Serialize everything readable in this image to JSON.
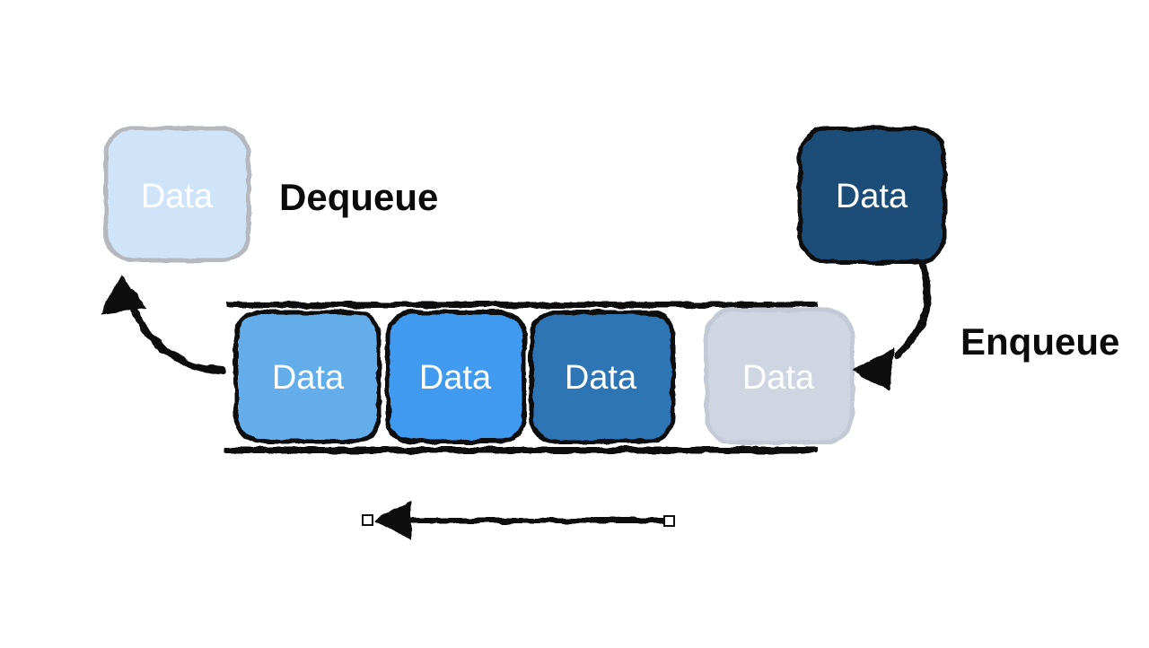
{
  "canvas": {
    "background": "#ffffff"
  },
  "labels": {
    "dequeue": "Dequeue",
    "enqueue": "Enqueue"
  },
  "dequeued_box": {
    "label": "Data",
    "fill": "#cfe4f8",
    "border": "#b5b9bf",
    "text_color": "#ffffff"
  },
  "incoming_box": {
    "label": "Data",
    "fill": "#1f4e79",
    "border": "#111111",
    "text_color": "#ffffff"
  },
  "queue": {
    "rail_color": "#111111",
    "items": [
      {
        "label": "Data",
        "fill": "#64aeea",
        "border": "#111111",
        "text_color": "#ffffff"
      },
      {
        "label": "Data",
        "fill": "#3f9af0",
        "border": "#111111",
        "text_color": "#ffffff"
      },
      {
        "label": "Data",
        "fill": "#2e74b5",
        "border": "#111111",
        "text_color": "#ffffff"
      },
      {
        "label": "Data",
        "fill": "#cfd6e2",
        "border": "#c3cad6",
        "text_color": "#ffffff"
      }
    ]
  },
  "arrows": {
    "color": "#111111",
    "handle_fill": "#ffffff",
    "handle_border": "#111111"
  },
  "label_text_color": "#0b0b0b"
}
